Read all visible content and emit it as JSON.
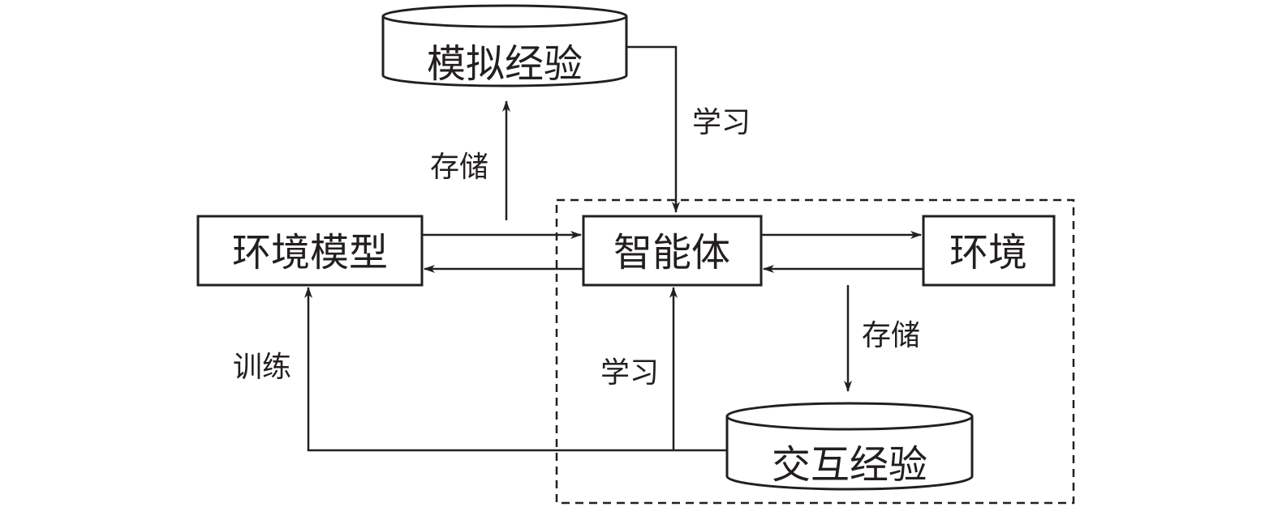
{
  "nodes": {
    "simulated_experience": "模拟经验",
    "environment_model": "环境模型",
    "agent": "智能体",
    "environment": "环境",
    "interaction_experience": "交互经验"
  },
  "edges": {
    "store_simulated": "存储",
    "learn_simulated": "学习",
    "train": "训练",
    "learn_interaction": "学习",
    "store_interaction": "存储"
  }
}
